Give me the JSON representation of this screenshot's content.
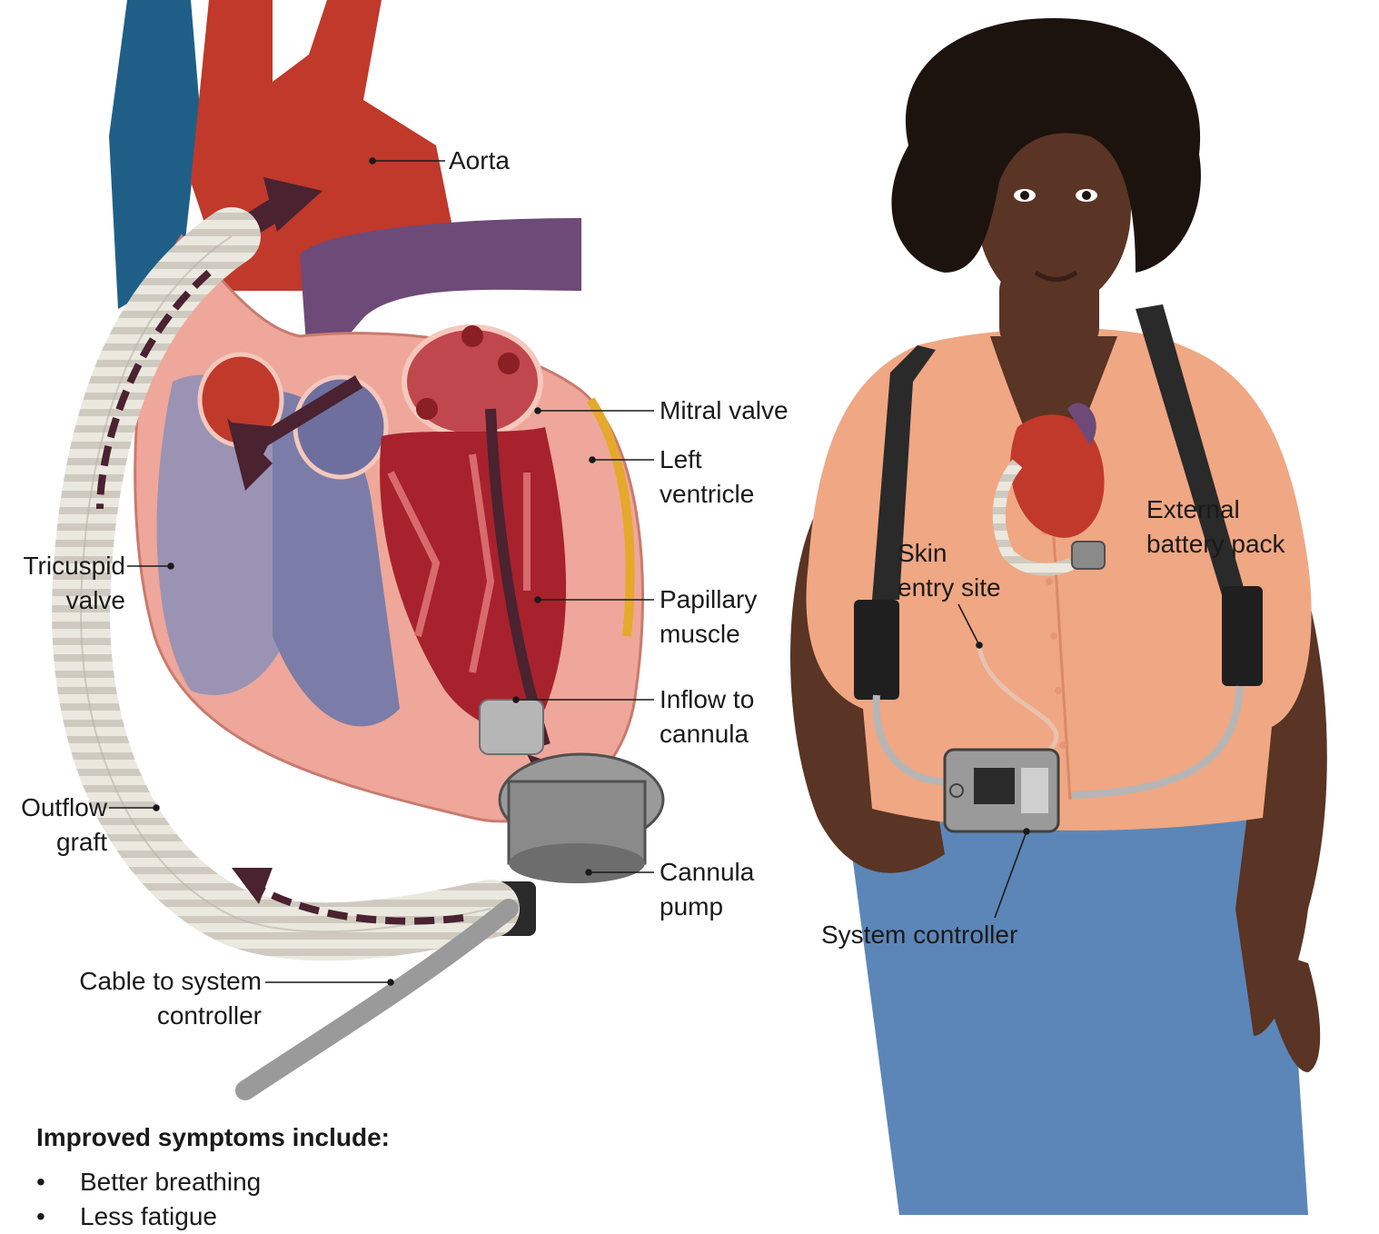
{
  "labels": {
    "aorta": "Aorta",
    "mitral_valve": "Mitral valve",
    "left_ventricle": "Left\nventricle",
    "tricuspid_valve": "Tricuspid\nvalve",
    "papillary_muscle": "Papillary\nmuscle",
    "inflow_to_cannula": "Inflow to\ncannula",
    "outflow_graft": "Outflow\ngraft",
    "cannula_pump": "Cannula\npump",
    "cable_to_system_controller": "Cable to system\ncontroller",
    "skin_entry_site": "Skin\nentry site",
    "external_battery_pack": "External\nbattery pack",
    "system_controller": "System controller"
  },
  "symptoms": {
    "title": "Improved symptoms include:",
    "items": [
      "Better breathing",
      "Less fatigue"
    ]
  },
  "colors": {
    "aorta": "#c0392b",
    "vena_cava": "#1f5f87",
    "pulmonary_artery": "#6e4a78",
    "myocardium": "#eea79a",
    "ventricle_tissue": "#a7222c",
    "graft": "#e9e6dd",
    "pump_metal": "#9a9a9a",
    "flow_arrow": "#4a2230",
    "shirt": "#f0a783",
    "jeans": "#5c86b8",
    "skin": "#5a3424",
    "hair": "#1c130e",
    "strap": "#2a2a2a"
  }
}
